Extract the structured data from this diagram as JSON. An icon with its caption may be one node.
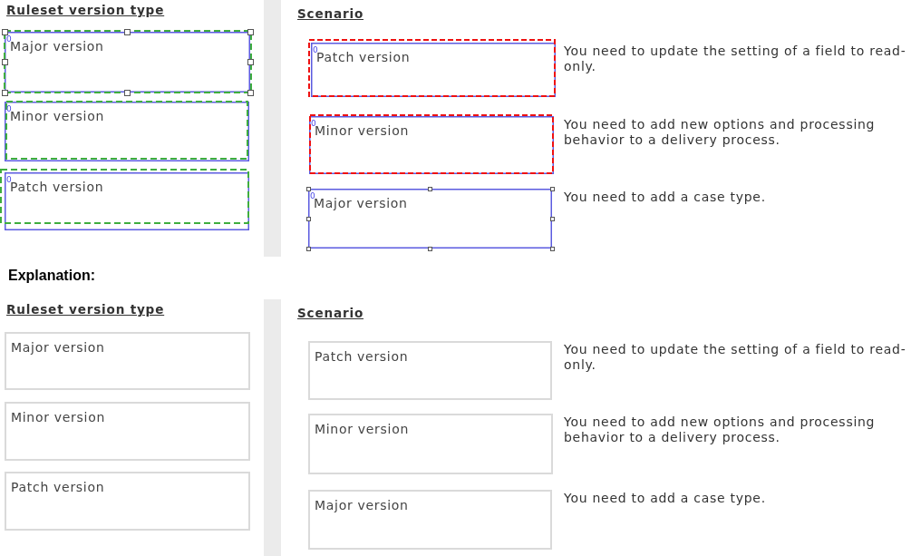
{
  "diagram": {
    "nodes": [
      {
        "text": [
          "Ruleset version type"
        ]
      },
      {
        "text": [
          "0",
          "Major version"
        ],
        "in": 0
      },
      {
        "text": [
          "0",
          "Minor version"
        ],
        "in": 0
      },
      {
        "text": [
          "0",
          "Patch version"
        ],
        "in": 0
      },
      {
        "text": [
          "Scenario"
        ]
      },
      {
        "text": [
          "0",
          "Patch version"
        ],
        "in": 4,
        "beside": [
          "You need to update the setting of a field to read-only."
        ]
      },
      {
        "text": [
          "0",
          "Minor version"
        ],
        "in": 4,
        "beside": [
          "You need to add new options and processing behavior to a delivery process."
        ]
      },
      {
        "text": [
          "0",
          "Major version"
        ],
        "in": 4,
        "beside": [
          "You need to add a case type."
        ]
      },
      {
        "text": [
          "Ruleset version type"
        ]
      },
      {
        "text": [
          "Major version"
        ],
        "in": 8
      },
      {
        "text": [
          "Minor version"
        ],
        "in": 8
      },
      {
        "text": [
          "Patch version"
        ],
        "in": 8
      },
      {
        "text": [
          "Scenario"
        ]
      },
      {
        "text": [
          "Patch version"
        ],
        "in": 12,
        "beside": [
          "You need to update the setting of a field to read-only."
        ]
      },
      {
        "text": [
          "Minor version"
        ],
        "in": 12,
        "beside": [
          "You need to add new options and processing behavior to a delivery process."
        ]
      },
      {
        "text": [
          "Major version"
        ],
        "in": 12,
        "beside": [
          "You need to add a case type."
        ]
      }
    ],
    "labels": [
      "Explanation:"
    ]
  }
}
